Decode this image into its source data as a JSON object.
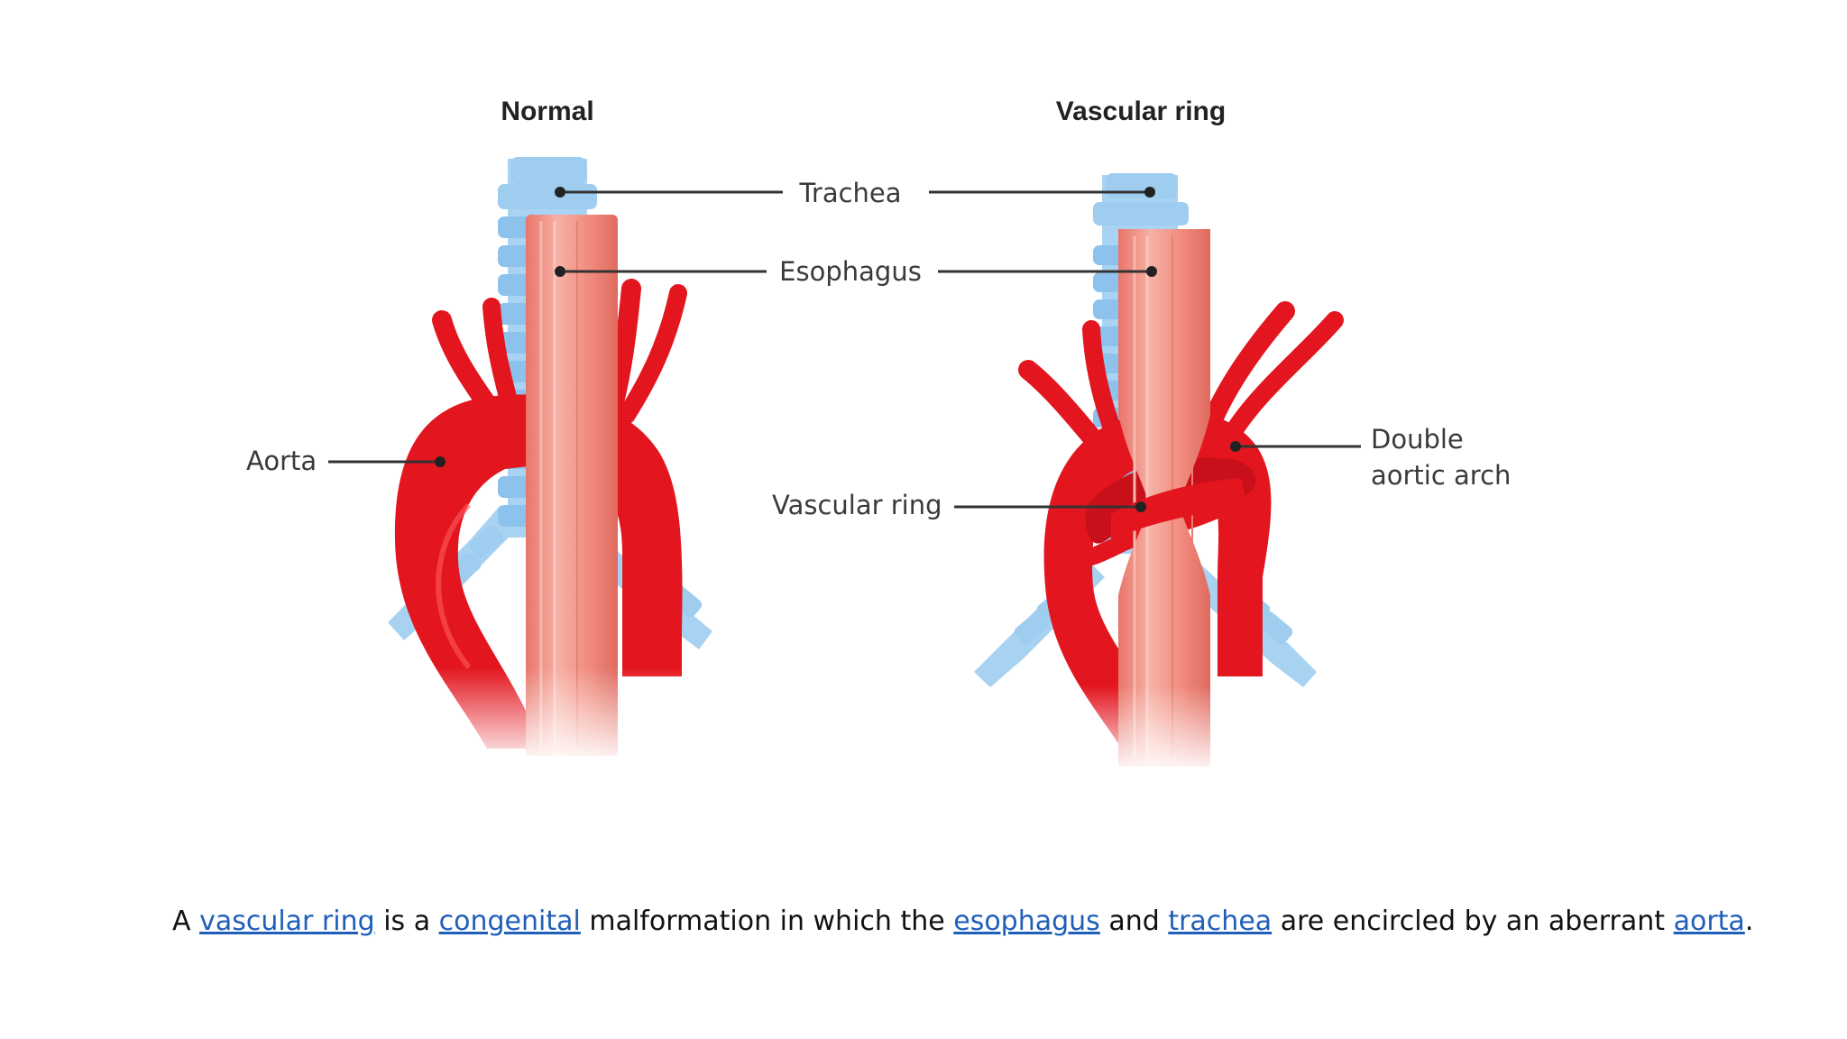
{
  "panels": {
    "normal_title": "Normal",
    "ring_title": "Vascular ring"
  },
  "labels": {
    "trachea": "Trachea",
    "esophagus": "Esophagus",
    "aorta": "Aorta",
    "vascular_ring": "Vascular ring",
    "double_arch_line1": "Double",
    "double_arch_line2": "aortic arch"
  },
  "caption": {
    "t1": "A ",
    "link_vascular_ring": "vascular ring",
    "t2": " is a ",
    "link_congenital": "congenital",
    "t3": " malformation in which the ",
    "link_esophagus": "esophagus",
    "t4": " and ",
    "link_trachea": "trachea",
    "t5": " are encircled by an aberrant ",
    "link_aorta": "aorta",
    "t6": "."
  },
  "colors": {
    "trachea": "#9fcdf0",
    "trachea_dark": "#7db6e6",
    "esophagus": "#f08c7e",
    "esophagus_light": "#f7b3a8",
    "aorta": "#e3161f",
    "aorta_dark": "#b60d14",
    "link": "#1f5fb8"
  }
}
